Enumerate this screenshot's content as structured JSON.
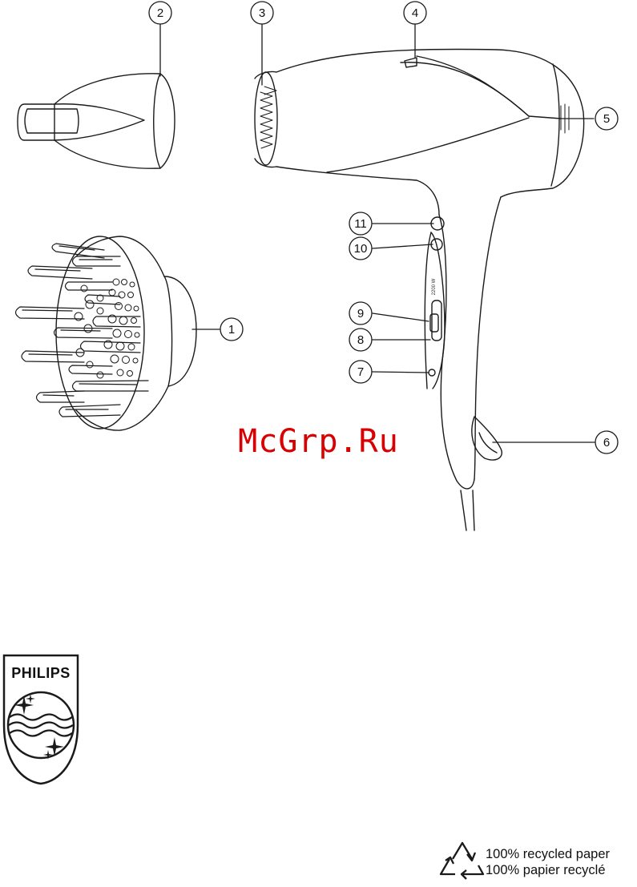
{
  "callouts": [
    {
      "id": "1",
      "label": "1",
      "part": "diffuser"
    },
    {
      "id": "2",
      "label": "2",
      "part": "nozzle"
    },
    {
      "id": "3",
      "label": "3",
      "part": "air-inlet-grille"
    },
    {
      "id": "4",
      "label": "4",
      "part": "top-indicator"
    },
    {
      "id": "5",
      "label": "5",
      "part": "rear-grille"
    },
    {
      "id": "6",
      "label": "6",
      "part": "hanging-loop"
    },
    {
      "id": "7",
      "label": "7",
      "part": "button-7"
    },
    {
      "id": "8",
      "label": "8",
      "part": "slide-switch-8"
    },
    {
      "id": "9",
      "label": "9",
      "part": "slide-switch-9"
    },
    {
      "id": "10",
      "label": "10",
      "part": "button-10"
    },
    {
      "id": "11",
      "label": "11",
      "part": "button-11"
    }
  ],
  "handle_marking": "2200 W",
  "watermark": "McGrp.Ru",
  "logo": {
    "brand": "PHILIPS"
  },
  "recycle": {
    "line1": "100% recycled paper",
    "line2": "100% papier recyclé",
    "icon": "recycle-icon"
  },
  "colors": {
    "line": "#1a1a1a",
    "watermark": "#d80000",
    "background": "#ffffff"
  }
}
